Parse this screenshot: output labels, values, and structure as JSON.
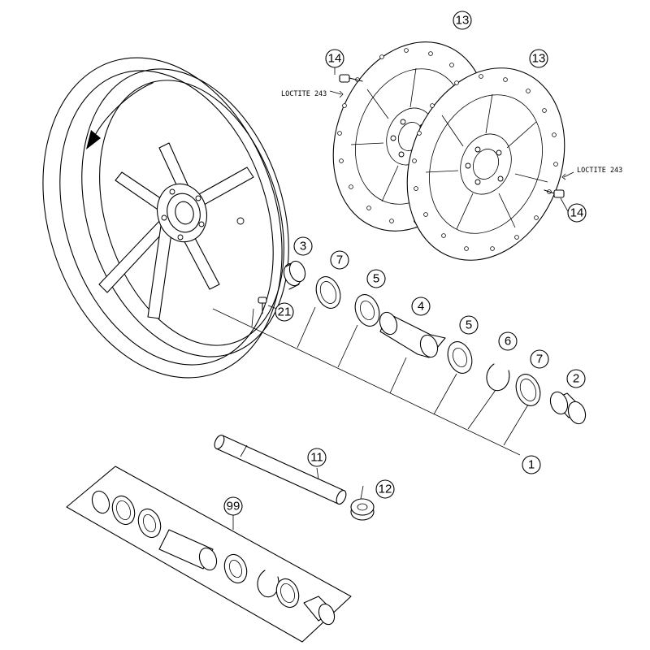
{
  "callouts": {
    "p1": "1",
    "p2": "2",
    "p3": "3",
    "p4": "4",
    "p5a": "5",
    "p5b": "5",
    "p6": "6",
    "p7a": "7",
    "p7b": "7",
    "p11": "11",
    "p12": "12",
    "p13a": "13",
    "p13b": "13",
    "p14a": "14",
    "p14b": "14",
    "p21": "21",
    "p99": "99"
  },
  "notes": {
    "loctite_left": "LOCTITE 243",
    "loctite_right": "LOCTITE 243"
  }
}
